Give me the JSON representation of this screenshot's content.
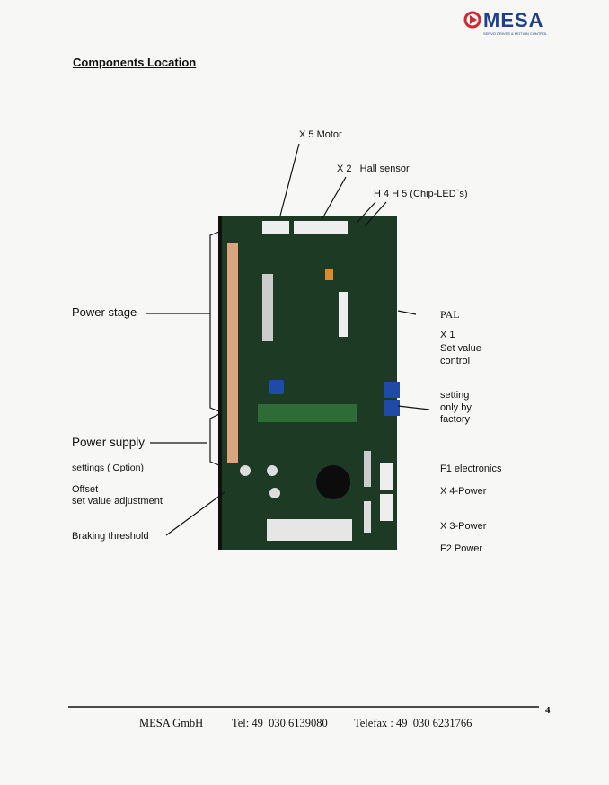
{
  "logo": {
    "text": "MESA",
    "tagline": "SERVO DRIVES & MOTION CONTROL",
    "color": "#1e3f8a",
    "accent": "#d6262b"
  },
  "title": "Components Location",
  "labels": {
    "x5": "X 5 Motor",
    "x2": "X 2   Hall sensor",
    "h4h5": "H 4  H 5 (Chip-LED`s)",
    "power_stage": "Power stage",
    "power_supply": "Power supply",
    "settings_option": "settings ( Option)",
    "offset": "Offset",
    "set_value_adj": "set value adjustment",
    "braking": "Braking threshold",
    "pal": "PAL",
    "x1": "X 1",
    "set_value": "Set value",
    "control": "control",
    "setting": "setting",
    "only_by": "only by",
    "factory": "factory",
    "f1": "F1 electronics",
    "x4": "X 4-Power",
    "x3": "X 3-Power",
    "f2": "F2 Power"
  },
  "footer": {
    "company": "MESA GmbH",
    "tel": "Tel: 49  030 6139080",
    "fax": "Telefax : 49  030 6231766",
    "page": "4"
  }
}
